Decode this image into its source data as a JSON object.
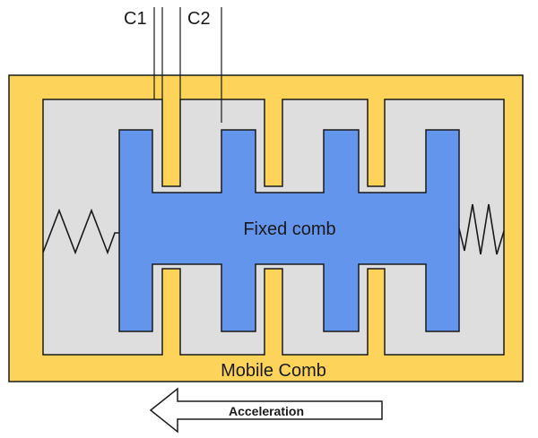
{
  "labels": {
    "c1": "C1",
    "c2": "C2",
    "fixed_comb": "Fixed comb",
    "mobile_comb": "Mobile Comb",
    "acceleration": "Acceleration"
  },
  "colors": {
    "mobile_frame": "#fdd35a",
    "cavity": "#dedede",
    "fixed_comb": "#6495ed",
    "outline": "#1a1a1a",
    "background": "#ffffff"
  },
  "arrow_direction": "left"
}
